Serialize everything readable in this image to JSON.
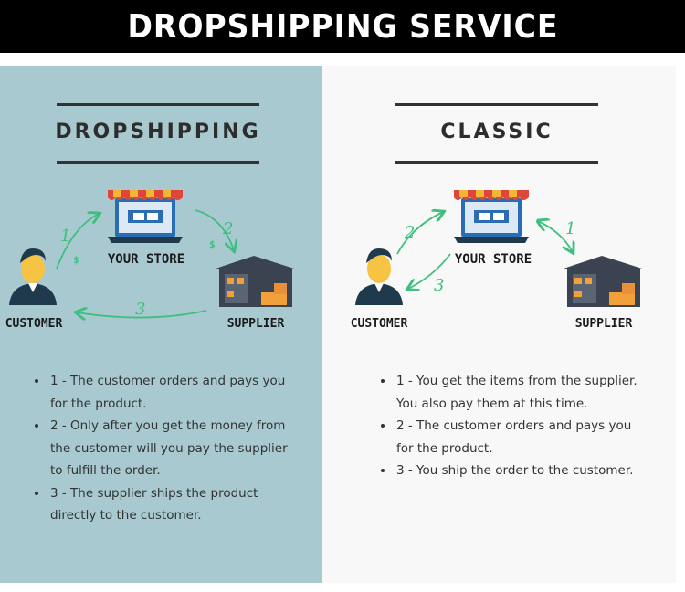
{
  "header": {
    "title": "DROPSHIPPING SERVICE"
  },
  "colors": {
    "left_bg": "#a7c9cf",
    "right_bg": "#f8f8f8",
    "arrow": "#3fbf7f",
    "awning_red": "#e0453a",
    "awning_yellow": "#f2b632",
    "laptop_blue": "#2a6db5",
    "warehouse_gray": "#3b4350",
    "box_orange": "#f2a13a",
    "skin": "#f6c343",
    "person_navy": "#1f3a4d"
  },
  "dropshipping": {
    "title": "DROPSHIPPING",
    "labels": {
      "store": "YOUR STORE",
      "customer": "CUSTOMER",
      "supplier": "SUPPLIER"
    },
    "arrows": {
      "one": "1",
      "two": "2",
      "three": "3"
    },
    "money": {
      "one": "$",
      "two": "$"
    },
    "icons": [
      "store-laptop-icon",
      "customer-icon",
      "warehouse-icon"
    ],
    "steps": [
      "1 - The customer orders and pays you for the product.",
      "2 - Only after you get the money from the customer will you pay the supplier to fulfill the order.",
      "3 - The supplier ships the product directly to the customer."
    ]
  },
  "classic": {
    "title": "CLASSIC",
    "labels": {
      "store": "YOUR STORE",
      "customer": "CUSTOMER",
      "supplier": "SUPPLIER"
    },
    "arrows": {
      "one": "1",
      "two": "2",
      "three": "3"
    },
    "icons": [
      "store-laptop-icon",
      "customer-icon",
      "warehouse-icon"
    ],
    "steps": [
      "1 - You get the items from the supplier. You also pay them at this time.",
      "2 - The customer orders and pays you for the product.",
      "3 - You ship the order to the customer."
    ]
  }
}
